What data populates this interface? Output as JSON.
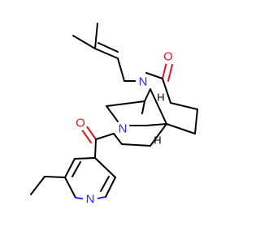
{
  "atoms": {
    "o_ketone": "O",
    "o_amide": "O",
    "n_bridge": "N",
    "n_ring": "N",
    "n_pyridine": "N",
    "h_top": "H",
    "h_bottom": "H"
  },
  "colors": {
    "oxygen": "#e2141c",
    "nitrogen": "#2a2aff",
    "carbon": "#000000"
  }
}
